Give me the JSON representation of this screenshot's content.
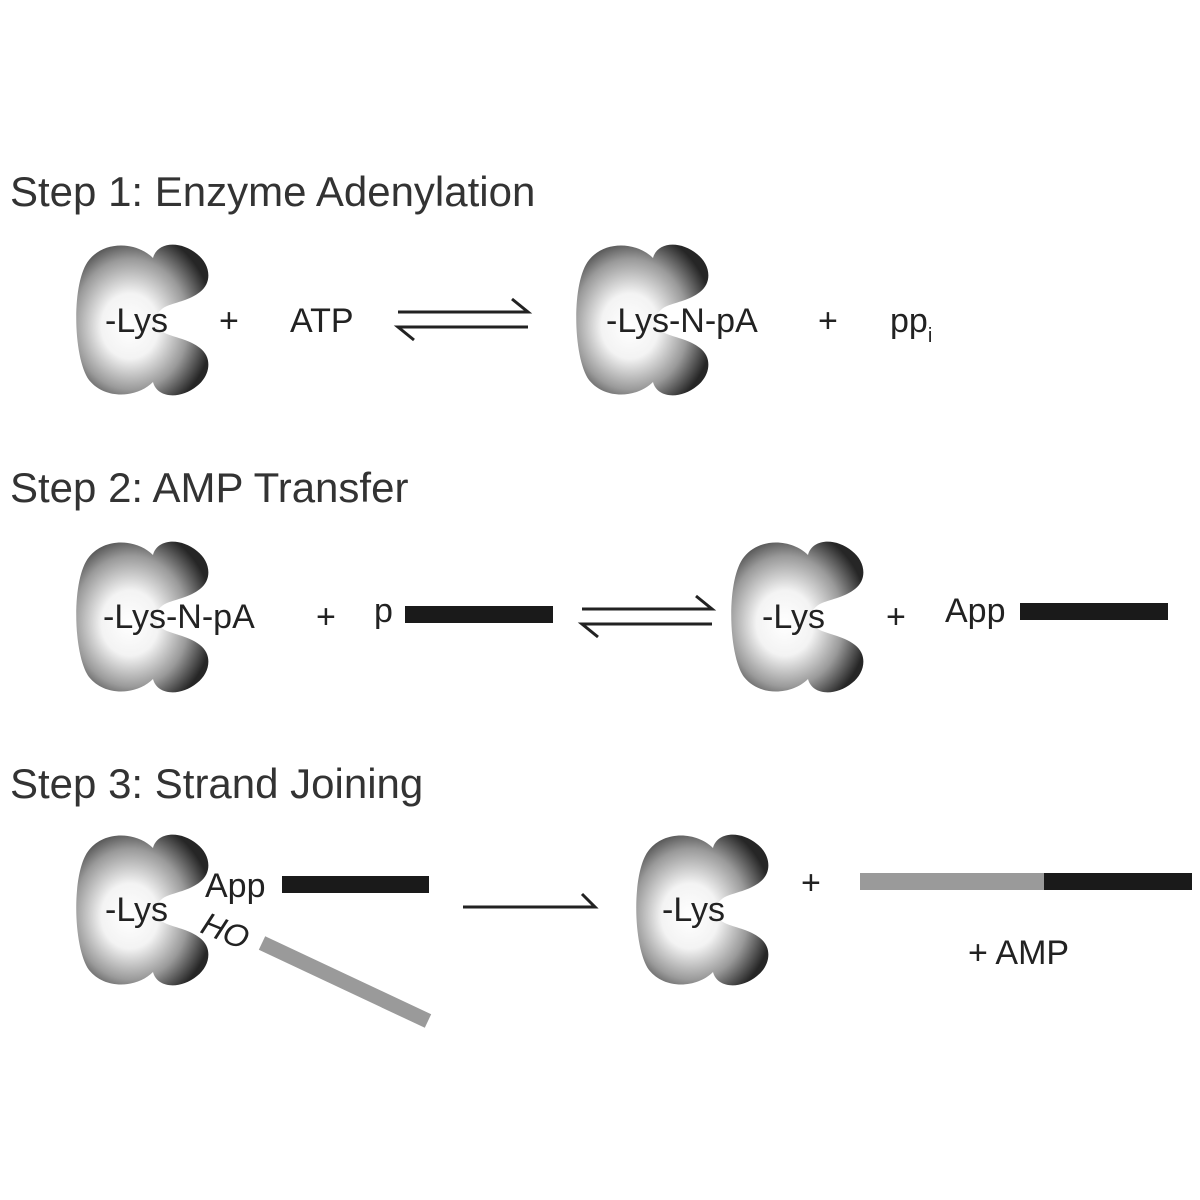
{
  "steps": [
    {
      "title": "Step 1: Enzyme Adenylation",
      "left_enzyme_label": "-Lys",
      "plus_1": "+",
      "reactant": "ATP",
      "right_enzyme_label": "-Lys-N-pA",
      "plus_2": "+",
      "product_main": "pp",
      "product_sub": "i"
    },
    {
      "title": "Step 2: AMP Transfer",
      "left_enzyme_label": "-Lys-N-pA",
      "plus_1": "+",
      "strand_prefix": "p",
      "right_enzyme_label": "-Lys",
      "plus_2": "+",
      "product_prefix": "App"
    },
    {
      "title": "Step 3: Strand Joining",
      "left_enzyme_label": "-Lys",
      "app_label": "App",
      "ho_label": "HO",
      "right_enzyme_label": "-Lys",
      "plus": "+",
      "byproduct": "+ AMP"
    }
  ],
  "colors": {
    "enzyme_dark": "#222222",
    "enzyme_light": "#ffffff",
    "dna_black": "#1a1a1a",
    "dna_gray": "#9a9a9a"
  }
}
